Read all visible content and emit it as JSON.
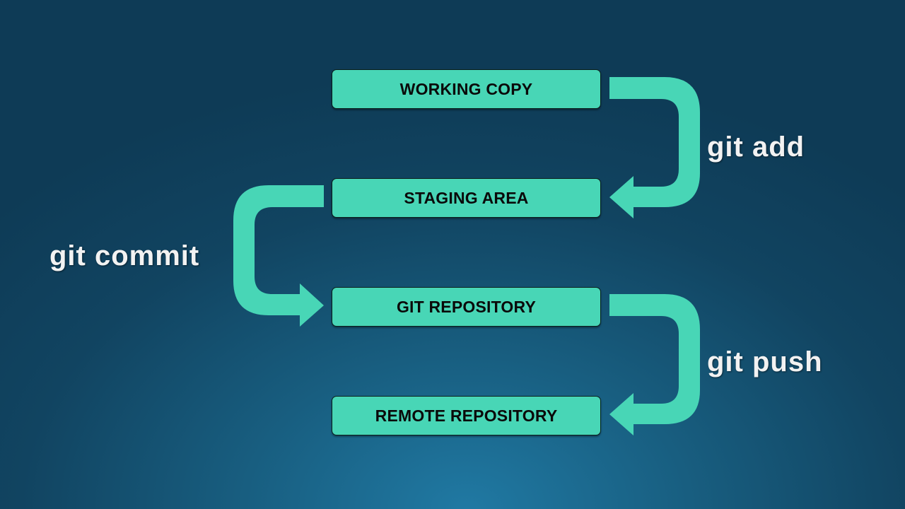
{
  "colors": {
    "box_fill": "#48d6b6",
    "arrow_fill": "#48d6b6",
    "label_text": "#f2f2f2",
    "box_text": "#0a0a0a",
    "background": "#114461"
  },
  "stages": [
    {
      "id": "working-copy",
      "label": "WORKING COPY"
    },
    {
      "id": "staging-area",
      "label": "STAGING AREA"
    },
    {
      "id": "git-repository",
      "label": "GIT REPOSITORY"
    },
    {
      "id": "remote-repository",
      "label": "REMOTE REPOSITORY"
    }
  ],
  "transitions": [
    {
      "command": "git add",
      "from": "working-copy",
      "to": "staging-area",
      "side": "right"
    },
    {
      "command": "git commit",
      "from": "staging-area",
      "to": "git-repository",
      "side": "left"
    },
    {
      "command": "git push",
      "from": "git-repository",
      "to": "remote-repository",
      "side": "right"
    }
  ]
}
